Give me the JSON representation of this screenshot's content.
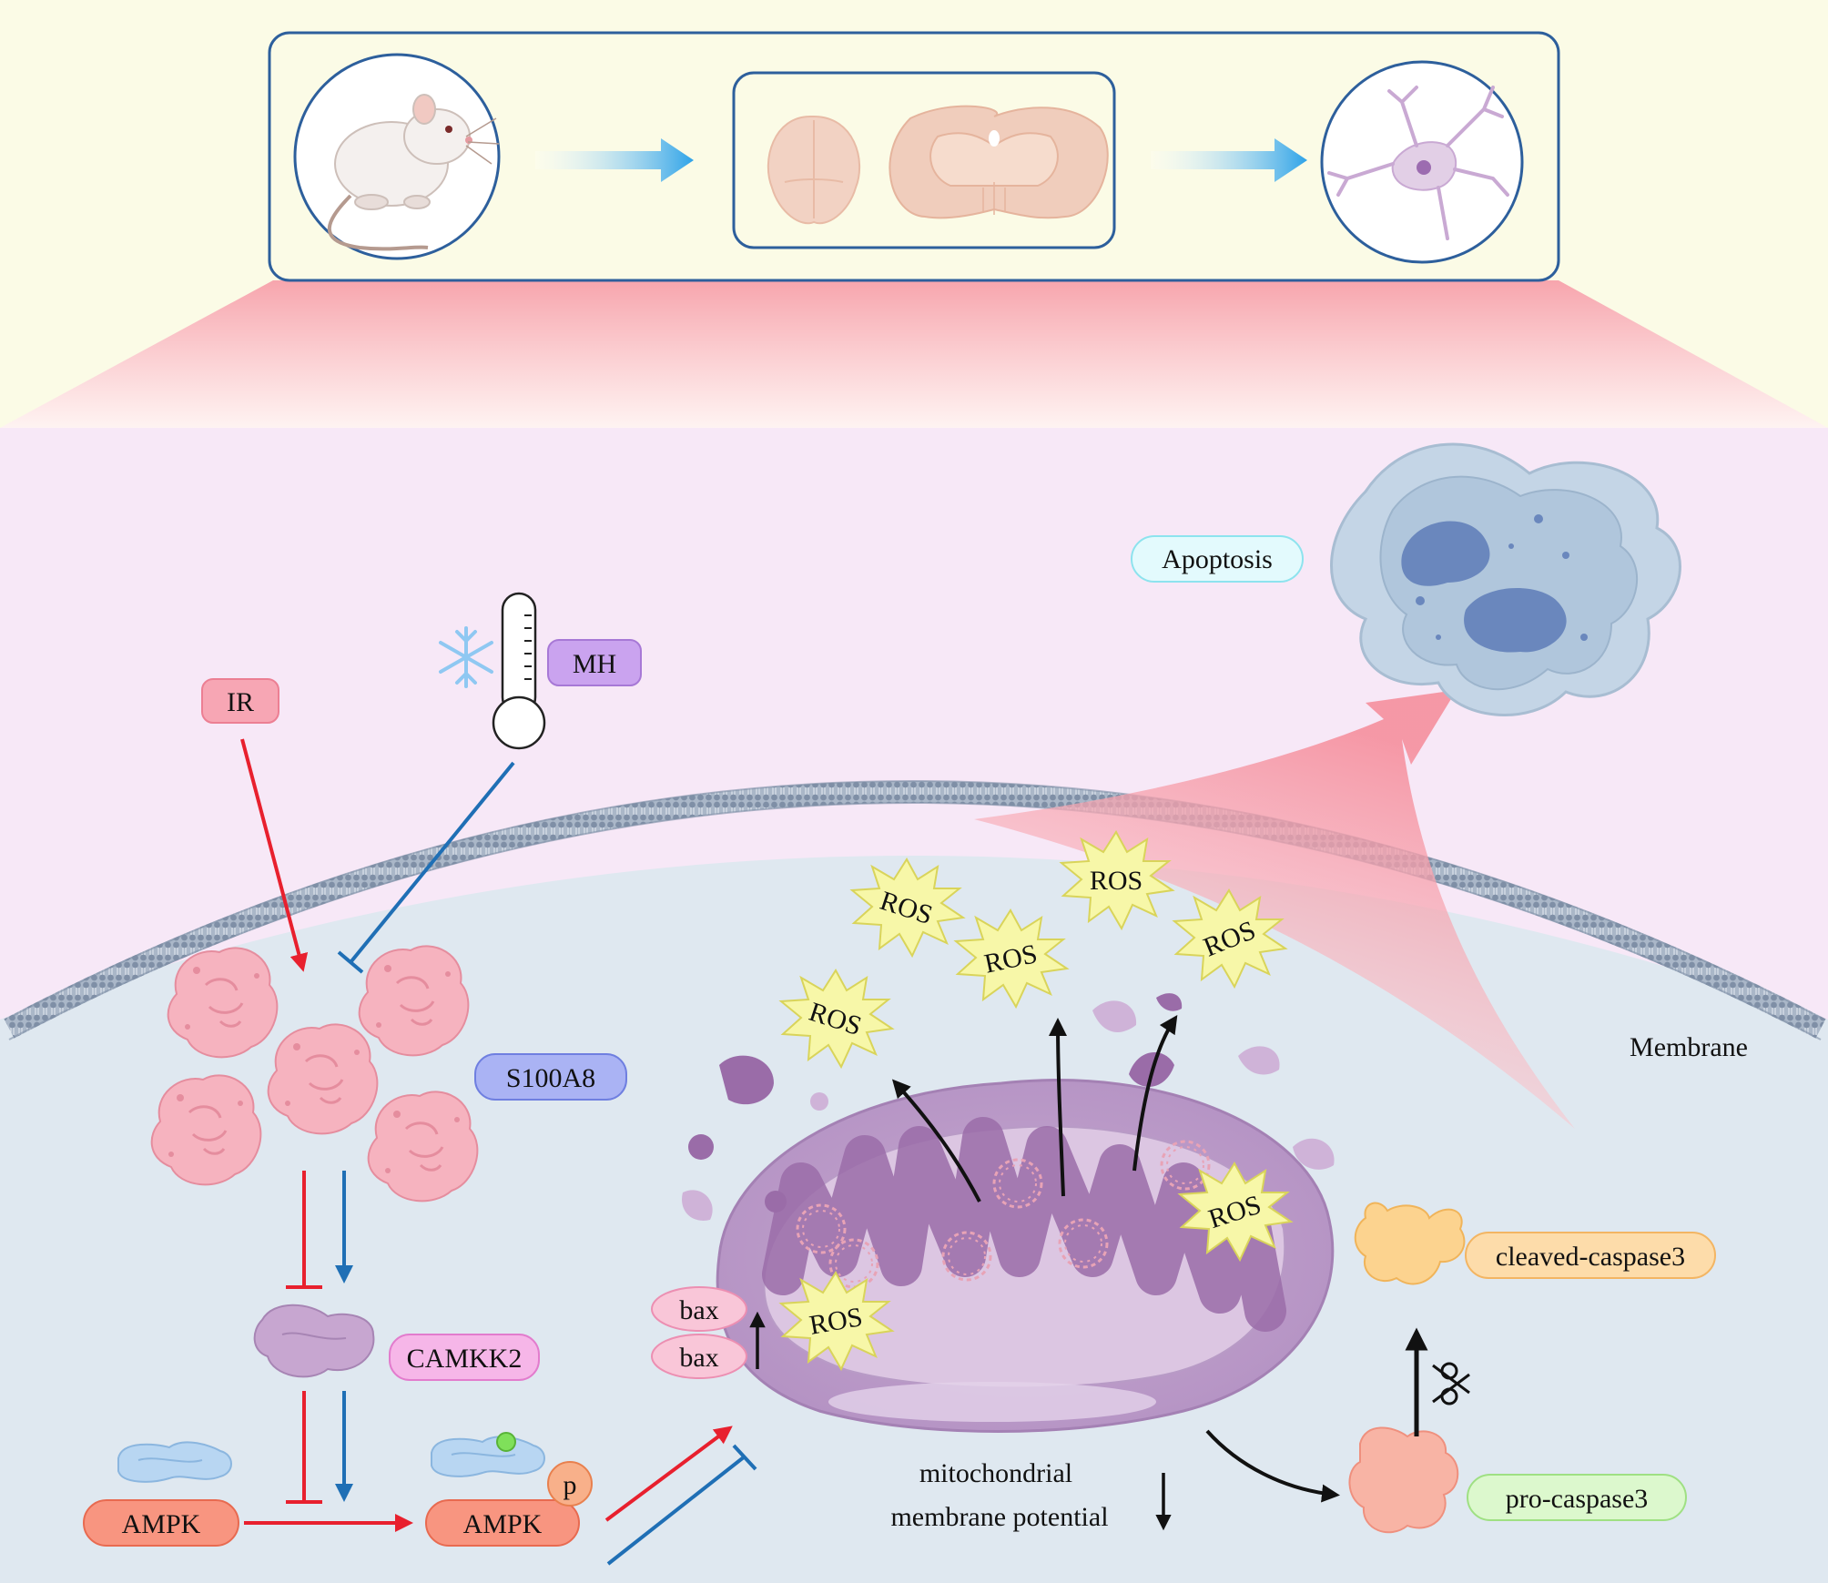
{
  "labels": {
    "ir": "IR",
    "mh": "MH",
    "s100a8": "S100A8",
    "camkk2": "CAMKK2",
    "ampk": "AMPK",
    "ampk_p": "AMPK",
    "p": "p",
    "bax_1": "bax",
    "bax_2": "bax",
    "ros": "ROS",
    "apoptosis": "Apoptosis",
    "membrane": "Membrane",
    "mmp_line1": "mitochondrial",
    "mmp_line2": "membrane potential",
    "cleaved_caspase3": "cleaved-caspase3",
    "pro_caspase3": "pro-caspase3"
  },
  "colors": {
    "activation": "#e8202e",
    "inhibition": "#1f6fb5",
    "top_panel_bg": "#fbfbe6",
    "cytoplasm_bg": "#dfe8f0",
    "extracellular_bg": "#f7e8f7",
    "panel_border": "#2d5f9c"
  },
  "icons": [
    "rat-icon",
    "brain-icon",
    "brain-section-icon",
    "neuron-icon",
    "thermometer-icon",
    "snowflake-icon",
    "scissors-icon",
    "apoptotic-cell-icon",
    "mitochondrion-icon"
  ]
}
